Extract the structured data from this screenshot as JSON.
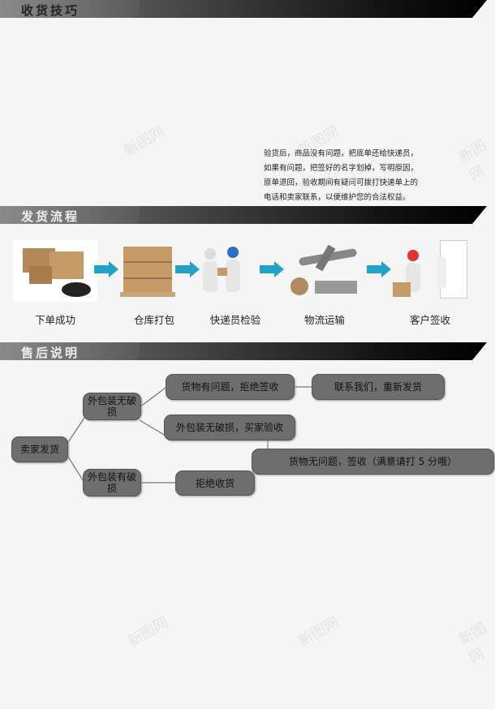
{
  "sections": {
    "tips": {
      "title": "收货技巧",
      "lines": [
        "验货后，商品没有问题，把底单还给快递员，",
        "如果有问题，把签好的名字划掉，写明原因，",
        "原单退回，验收期间有疑问可拨打快递单上的",
        "电话和卖家联系，以便维护您的合法权益。"
      ]
    },
    "process": {
      "title": "发货流程",
      "steps": [
        {
          "label": "下单成功",
          "icon": "boxes-and-mouse"
        },
        {
          "label": "仓库打包",
          "icon": "pallet-boxes"
        },
        {
          "label": "快递员检验",
          "icon": "courier-handover"
        },
        {
          "label": "物流运输",
          "icon": "airplane-truck"
        },
        {
          "label": "客户签收",
          "icon": "customer-door"
        }
      ]
    },
    "aftersale": {
      "title": "售后说明",
      "nodes": {
        "seller_ship": "卖家发货",
        "pkg_ok": "外包装无破损",
        "pkg_damaged": "外包装有破损",
        "goods_problem": "货物有问题，拒绝签收",
        "contact_us": "联系我们，重新发货",
        "buyer_inspect": "外包装无破损，买家验收",
        "goods_ok": "货物无问题，签收（满意请打 5 分哦）",
        "reject": "拒绝收货"
      }
    }
  },
  "watermark": "新图网",
  "colors": {
    "node": "#6e6e6e",
    "arrow": "#1fa3c8"
  }
}
